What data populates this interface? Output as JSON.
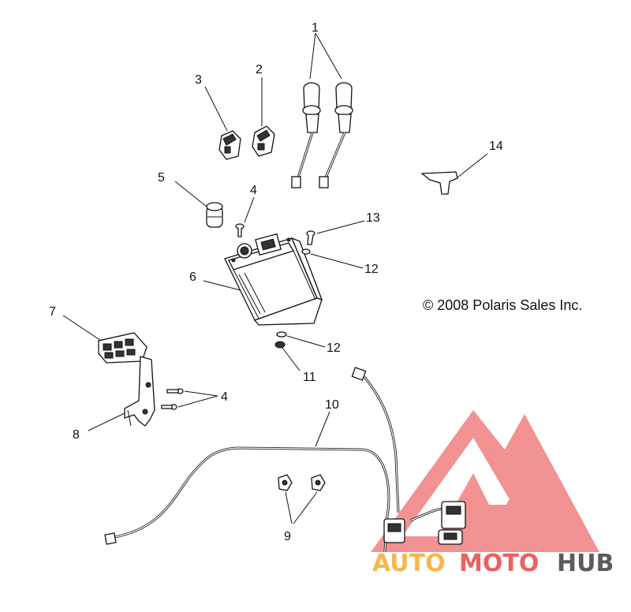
{
  "copyright": "© 2008 Polaris Sales Inc.",
  "callouts": {
    "c1": "1",
    "c2": "2",
    "c3": "3",
    "c4a": "4",
    "c4b": "4",
    "c5": "5",
    "c6": "6",
    "c7": "7",
    "c8": "8",
    "c9": "9",
    "c10": "10",
    "c11": "11",
    "c12a": "12",
    "c12b": "12",
    "c13": "13",
    "c14": "14"
  },
  "watermark": {
    "word_auto": "AUTO",
    "word_moto": "MOTO",
    "word_hub": "HUB",
    "color_triangle": "#e83a3a",
    "color_auto": "#f5a623",
    "color_moto": "#e83a3a",
    "color_hub": "#333333"
  }
}
